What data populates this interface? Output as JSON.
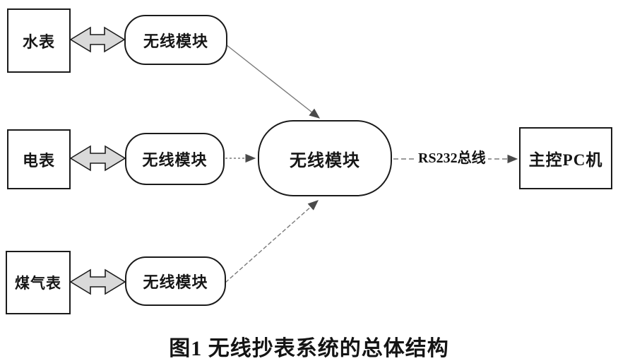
{
  "figure": {
    "caption": "图1 无线抄表系统的总体结构"
  },
  "nodes": {
    "water_meter": {
      "label": "水表"
    },
    "electric_meter": {
      "label": "电表"
    },
    "gas_meter": {
      "label": "煤气表"
    },
    "wireless_module_water": {
      "label": "无线模块"
    },
    "wireless_module_electric": {
      "label": "无线模块"
    },
    "wireless_module_gas": {
      "label": "无线模块"
    },
    "wireless_module_central": {
      "label": "无线模块"
    },
    "host_pc": {
      "label": "主控PC机"
    }
  },
  "links": {
    "rs232_bus_label": "RS232总线"
  },
  "colors": {
    "background": "#ffffff",
    "node_border": "#1b1b1b",
    "thin_line": "#7a7a7a",
    "arrowhead": "#4a4a4a",
    "double_arrow_fill": "#d9d9d9",
    "double_arrow_outline": "#1b1b1b",
    "text": "#141414"
  }
}
